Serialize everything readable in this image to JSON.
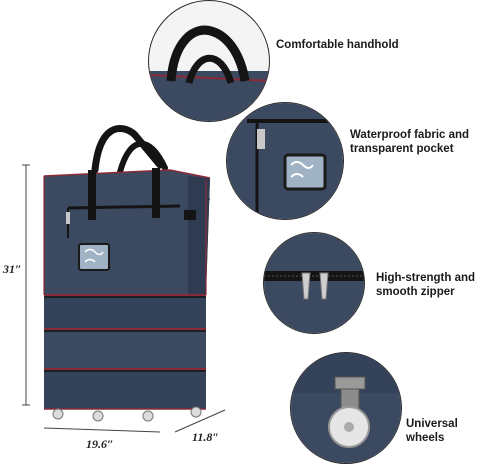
{
  "features": [
    {
      "label": "Comfortable handhold",
      "icon": "handle-closeup-image"
    },
    {
      "label": "Waterproof fabric and transparent pocket",
      "line1": "Waterproof fabric and",
      "line2": "transparent pocket",
      "icon": "pocket-closeup-image"
    },
    {
      "label": "High-strength and smooth zipper",
      "line1": "High-strength and",
      "line2": "smooth zipper",
      "icon": "zipper-closeup-image"
    },
    {
      "label": "Universal wheels",
      "icon": "wheel-closeup-image"
    }
  ],
  "dimensions": {
    "height": "31″",
    "width": "19.6″",
    "depth": "11.8″"
  },
  "colors": {
    "bag_navy": "#3b4a60",
    "bag_shadow": "#2a3648",
    "trim_red": "#8a2a38",
    "strap_black": "#141414"
  }
}
